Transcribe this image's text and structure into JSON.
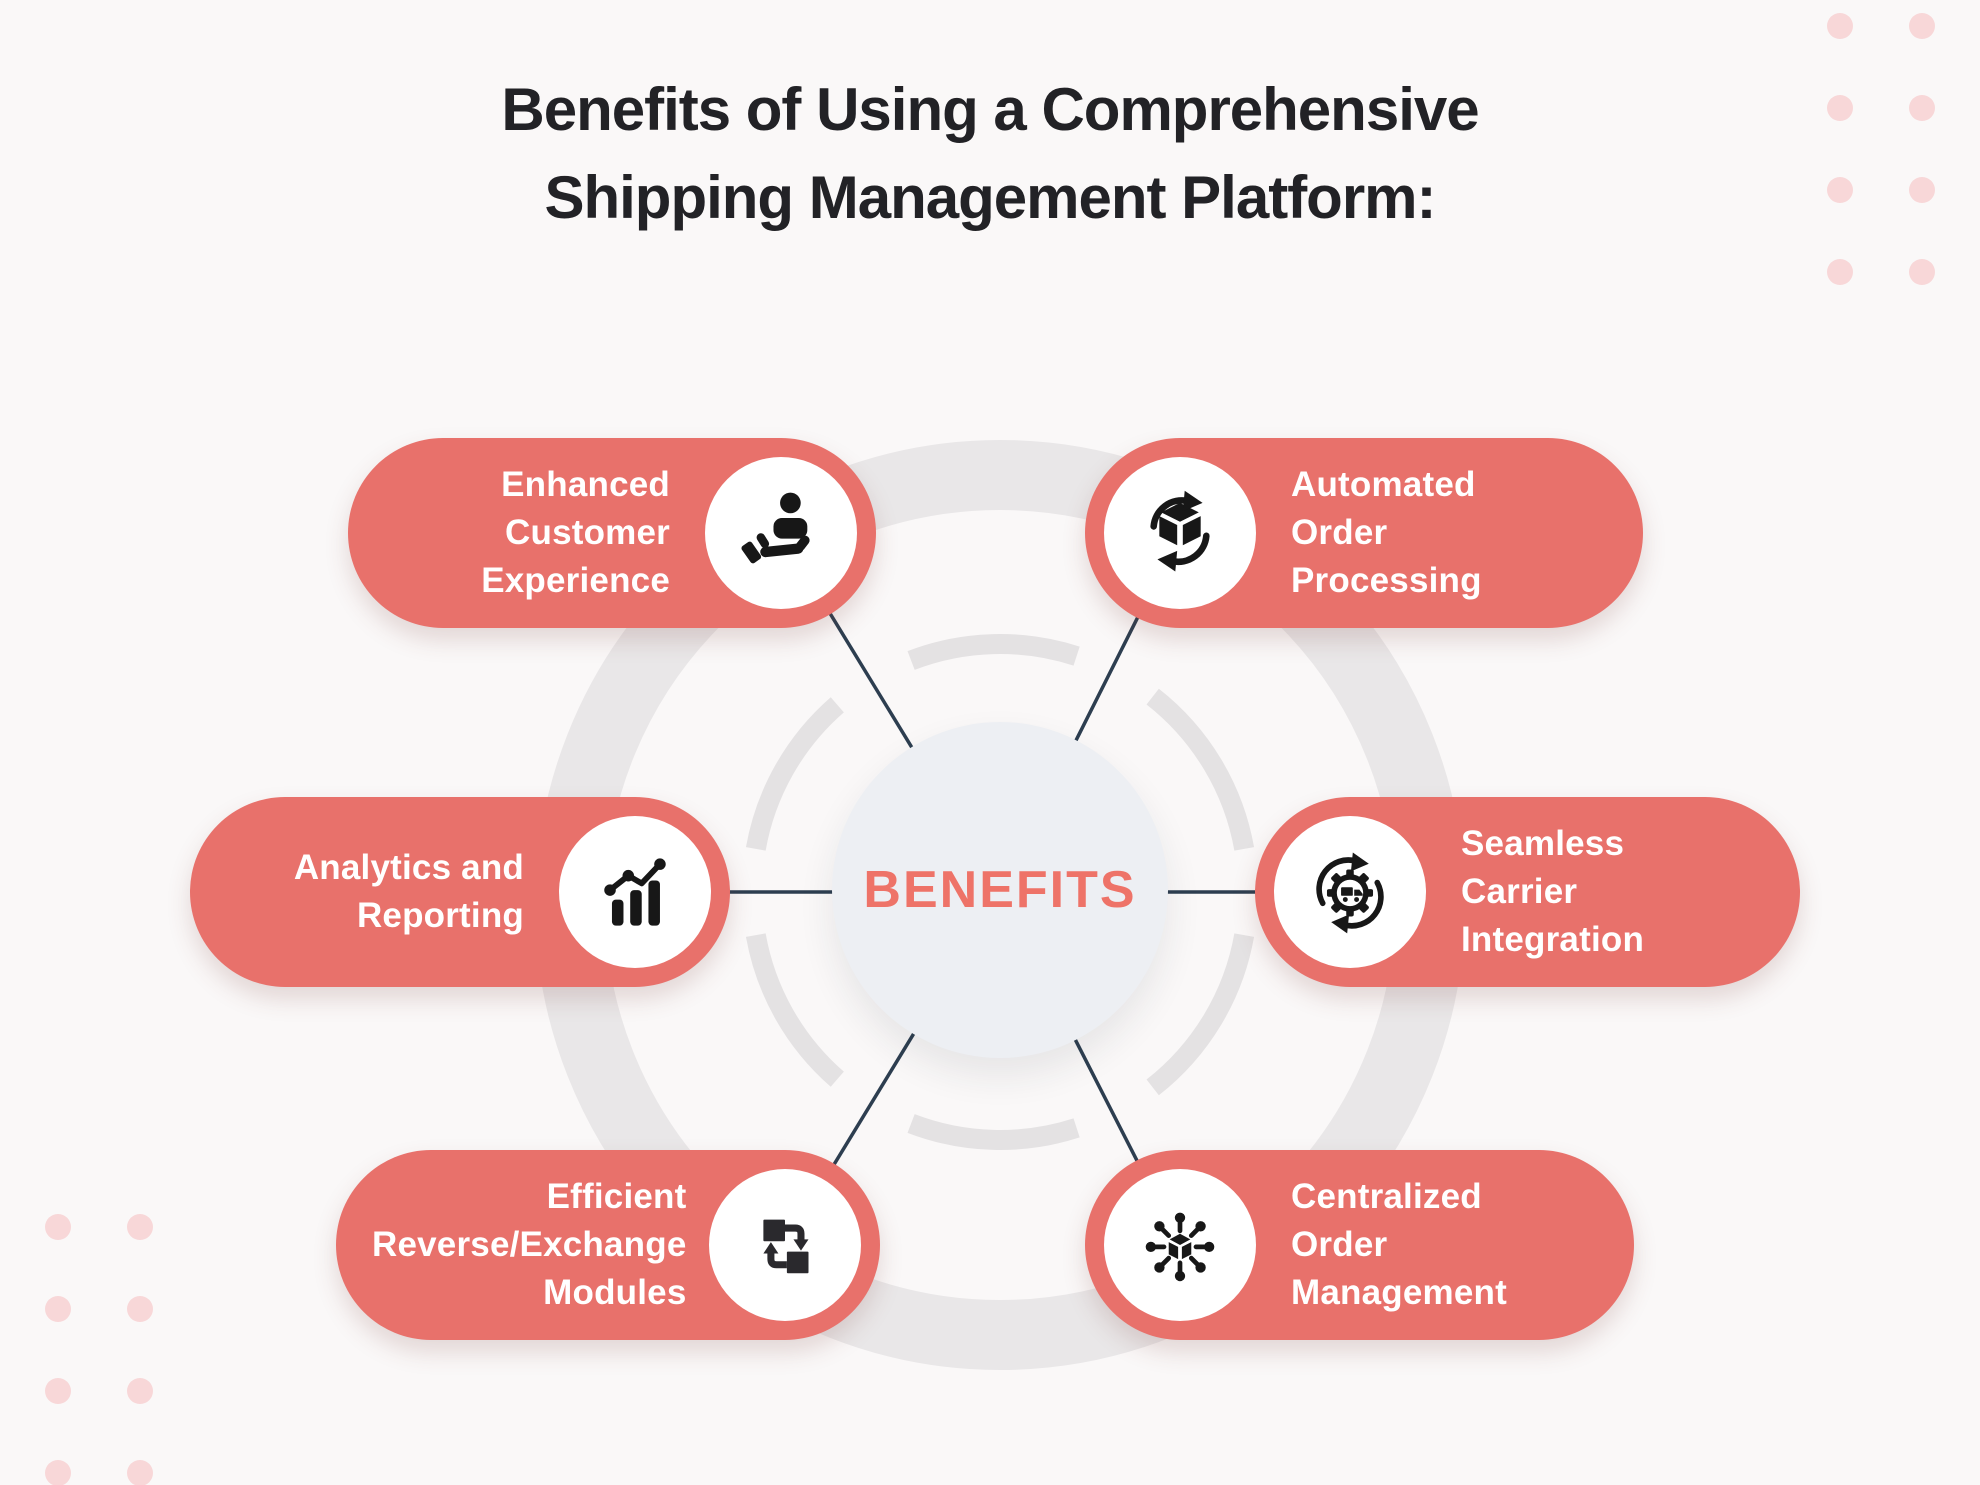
{
  "title": {
    "line1": "Benefits of Using a Comprehensive",
    "line2": "Shipping Management Platform:"
  },
  "center": {
    "label": "BENEFITS"
  },
  "benefits": [
    {
      "id": "enhanced-customer-experience",
      "lines": [
        "Enhanced",
        "Customer",
        "Experience"
      ],
      "icon": "customer-care-icon"
    },
    {
      "id": "automated-order-processing",
      "lines": [
        "Automated",
        "Order",
        "Processing"
      ],
      "icon": "package-sync-icon"
    },
    {
      "id": "analytics-and-reporting",
      "lines": [
        "Analytics and",
        "Reporting"
      ],
      "icon": "bar-chart-icon"
    },
    {
      "id": "seamless-carrier-integration",
      "lines": [
        "Seamless",
        "Carrier",
        "Integration"
      ],
      "icon": "carrier-gear-truck-icon"
    },
    {
      "id": "efficient-reverse-exchange-modules",
      "lines": [
        "Efficient",
        "Reverse/Exchange",
        "Modules"
      ],
      "icon": "exchange-boxes-icon"
    },
    {
      "id": "centralized-order-management",
      "lines": [
        "Centralized",
        "Order",
        "Management"
      ],
      "icon": "distribution-hub-icon"
    }
  ],
  "colors": {
    "background": "#faf8f8",
    "pill": "#e8716b",
    "pill_text": "#ffffff",
    "title_text": "#222226",
    "center_label": "#ee7368",
    "center_circle": "#edeff3",
    "connector_line": "#2d3e50",
    "ring_outer": "#e9e7e8",
    "ring_inner": "#e4e2e3",
    "decor_dot": "#f8d7d8",
    "icon": "#171717"
  }
}
